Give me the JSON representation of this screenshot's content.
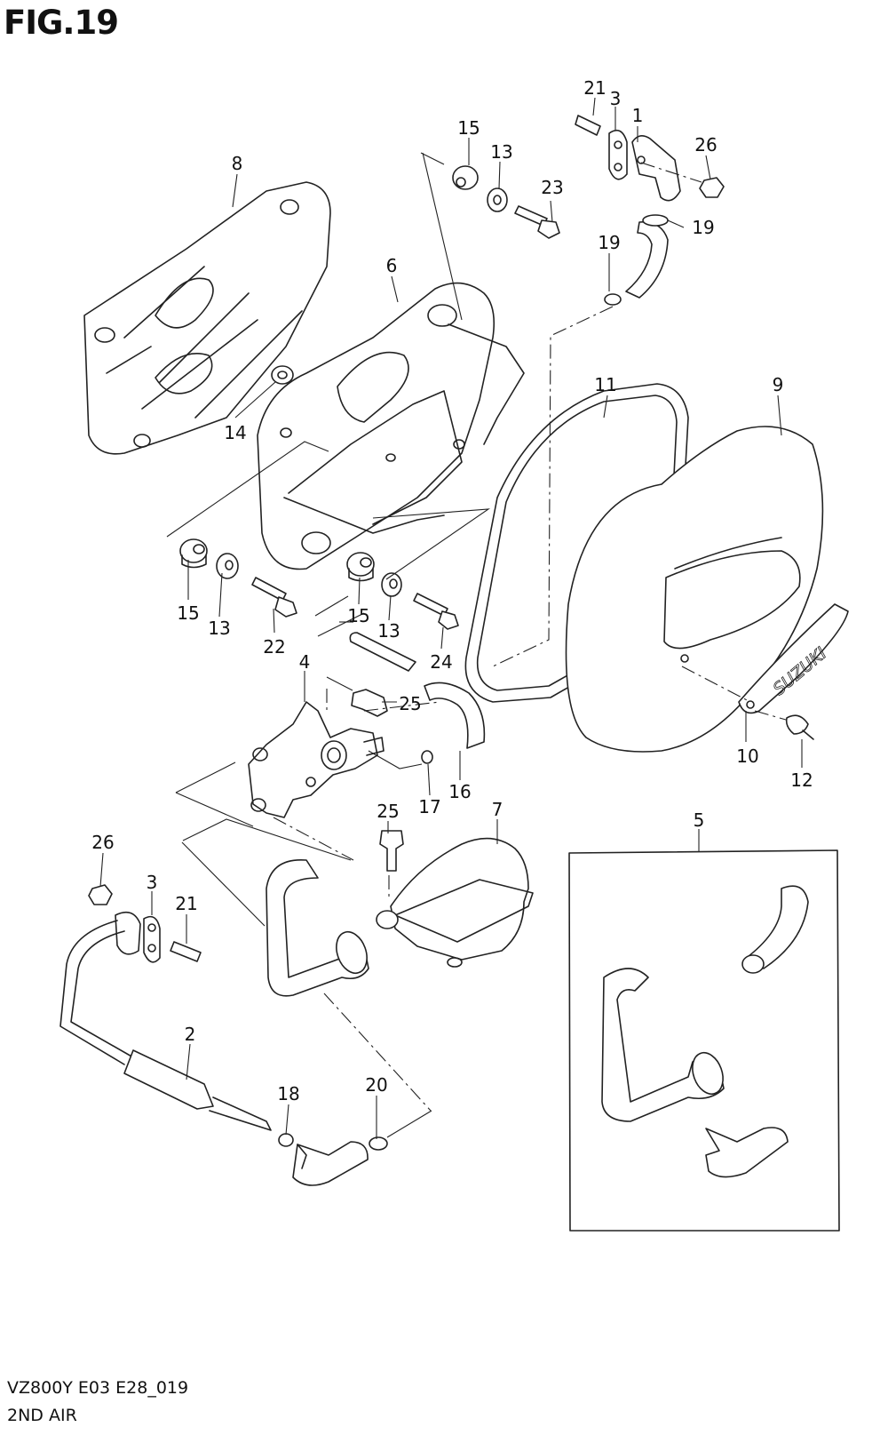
{
  "figure": {
    "title": "FIG.19",
    "model_code": "VZ800Y E03 E28_019",
    "subtitle": "2ND AIR",
    "brand_emblem_text": "SUZUKI"
  },
  "callouts": [
    {
      "num": "1"
    },
    {
      "num": "2"
    },
    {
      "num": "3"
    },
    {
      "num": "3"
    },
    {
      "num": "4"
    },
    {
      "num": "5"
    },
    {
      "num": "6"
    },
    {
      "num": "7"
    },
    {
      "num": "8"
    },
    {
      "num": "9"
    },
    {
      "num": "10"
    },
    {
      "num": "11"
    },
    {
      "num": "12"
    },
    {
      "num": "13"
    },
    {
      "num": "13"
    },
    {
      "num": "13"
    },
    {
      "num": "14"
    },
    {
      "num": "15"
    },
    {
      "num": "15"
    },
    {
      "num": "15"
    },
    {
      "num": "16"
    },
    {
      "num": "17"
    },
    {
      "num": "18"
    },
    {
      "num": "19"
    },
    {
      "num": "19"
    },
    {
      "num": "20"
    },
    {
      "num": "21"
    },
    {
      "num": "21"
    },
    {
      "num": "22"
    },
    {
      "num": "23"
    },
    {
      "num": "24"
    },
    {
      "num": "25"
    },
    {
      "num": "25"
    },
    {
      "num": "26"
    },
    {
      "num": "26"
    }
  ]
}
